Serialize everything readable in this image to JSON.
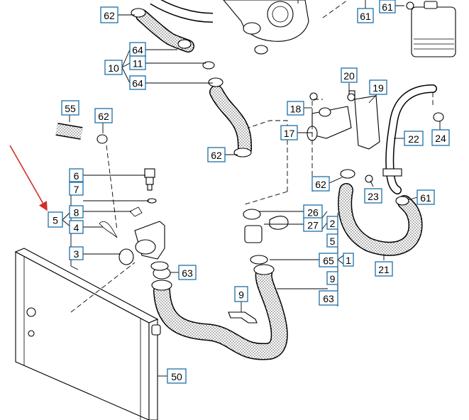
{
  "colors": {
    "label_border": "#1b6fa8",
    "arrow": "#d0302a",
    "highlight_border": "#cc2a2a",
    "line": "#000000"
  },
  "callouts": [
    {
      "id": "c62a",
      "text": "62"
    },
    {
      "id": "c61a",
      "text": "61"
    },
    {
      "id": "c61b",
      "text": "61"
    },
    {
      "id": "c64a",
      "text": "64"
    },
    {
      "id": "c11",
      "text": "11"
    },
    {
      "id": "c10",
      "text": "10"
    },
    {
      "id": "c64b",
      "text": "64"
    },
    {
      "id": "c20",
      "text": "20"
    },
    {
      "id": "c19",
      "text": "19"
    },
    {
      "id": "c18",
      "text": "18"
    },
    {
      "id": "c55",
      "text": "55"
    },
    {
      "id": "c62b",
      "text": "62"
    },
    {
      "id": "c17",
      "text": "17"
    },
    {
      "id": "c22",
      "text": "22"
    },
    {
      "id": "c24",
      "text": "24"
    },
    {
      "id": "c62c",
      "text": "62"
    },
    {
      "id": "c6",
      "text": "6"
    },
    {
      "id": "c7",
      "text": "7"
    },
    {
      "id": "c62d",
      "text": "62"
    },
    {
      "id": "c23",
      "text": "23"
    },
    {
      "id": "c61c",
      "text": "61"
    },
    {
      "id": "c26",
      "text": "26"
    },
    {
      "id": "c8",
      "text": "8"
    },
    {
      "id": "c5",
      "text": "5"
    },
    {
      "id": "c4",
      "text": "4"
    },
    {
      "id": "c27",
      "text": "27"
    },
    {
      "id": "c2",
      "text": "2"
    },
    {
      "id": "c5b",
      "text": "5"
    },
    {
      "id": "c3",
      "text": "3"
    },
    {
      "id": "c65",
      "text": "65"
    },
    {
      "id": "c1",
      "text": "1"
    },
    {
      "id": "c63a",
      "text": "63"
    },
    {
      "id": "c21",
      "text": "21"
    },
    {
      "id": "c9a",
      "text": "9"
    },
    {
      "id": "c9b",
      "text": "9"
    },
    {
      "id": "c63b",
      "text": "63"
    },
    {
      "id": "c50",
      "text": "50"
    }
  ]
}
